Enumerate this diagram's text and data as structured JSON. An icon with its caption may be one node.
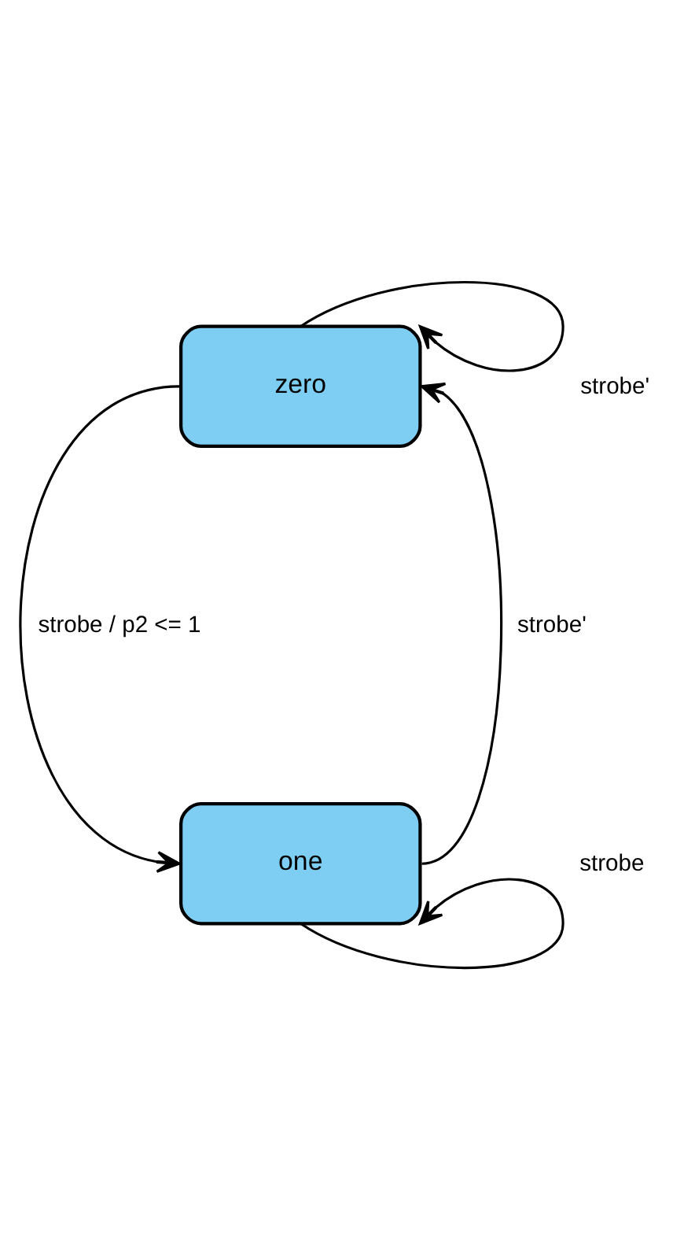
{
  "diagram": {
    "nodes": [
      {
        "text": [
          "zero"
        ]
      },
      {
        "text": [
          "one"
        ]
      }
    ],
    "edges": [
      {
        "from": 0,
        "to": 0,
        "arrow": "to",
        "label": "strobe'"
      },
      {
        "from": 0,
        "to": 1,
        "arrow": "to",
        "label": "strobe / p2 <= 1"
      },
      {
        "from": 1,
        "to": 0,
        "arrow": "to",
        "label": "strobe'"
      },
      {
        "from": 1,
        "to": 1,
        "arrow": "to",
        "label": "strobe"
      }
    ]
  }
}
